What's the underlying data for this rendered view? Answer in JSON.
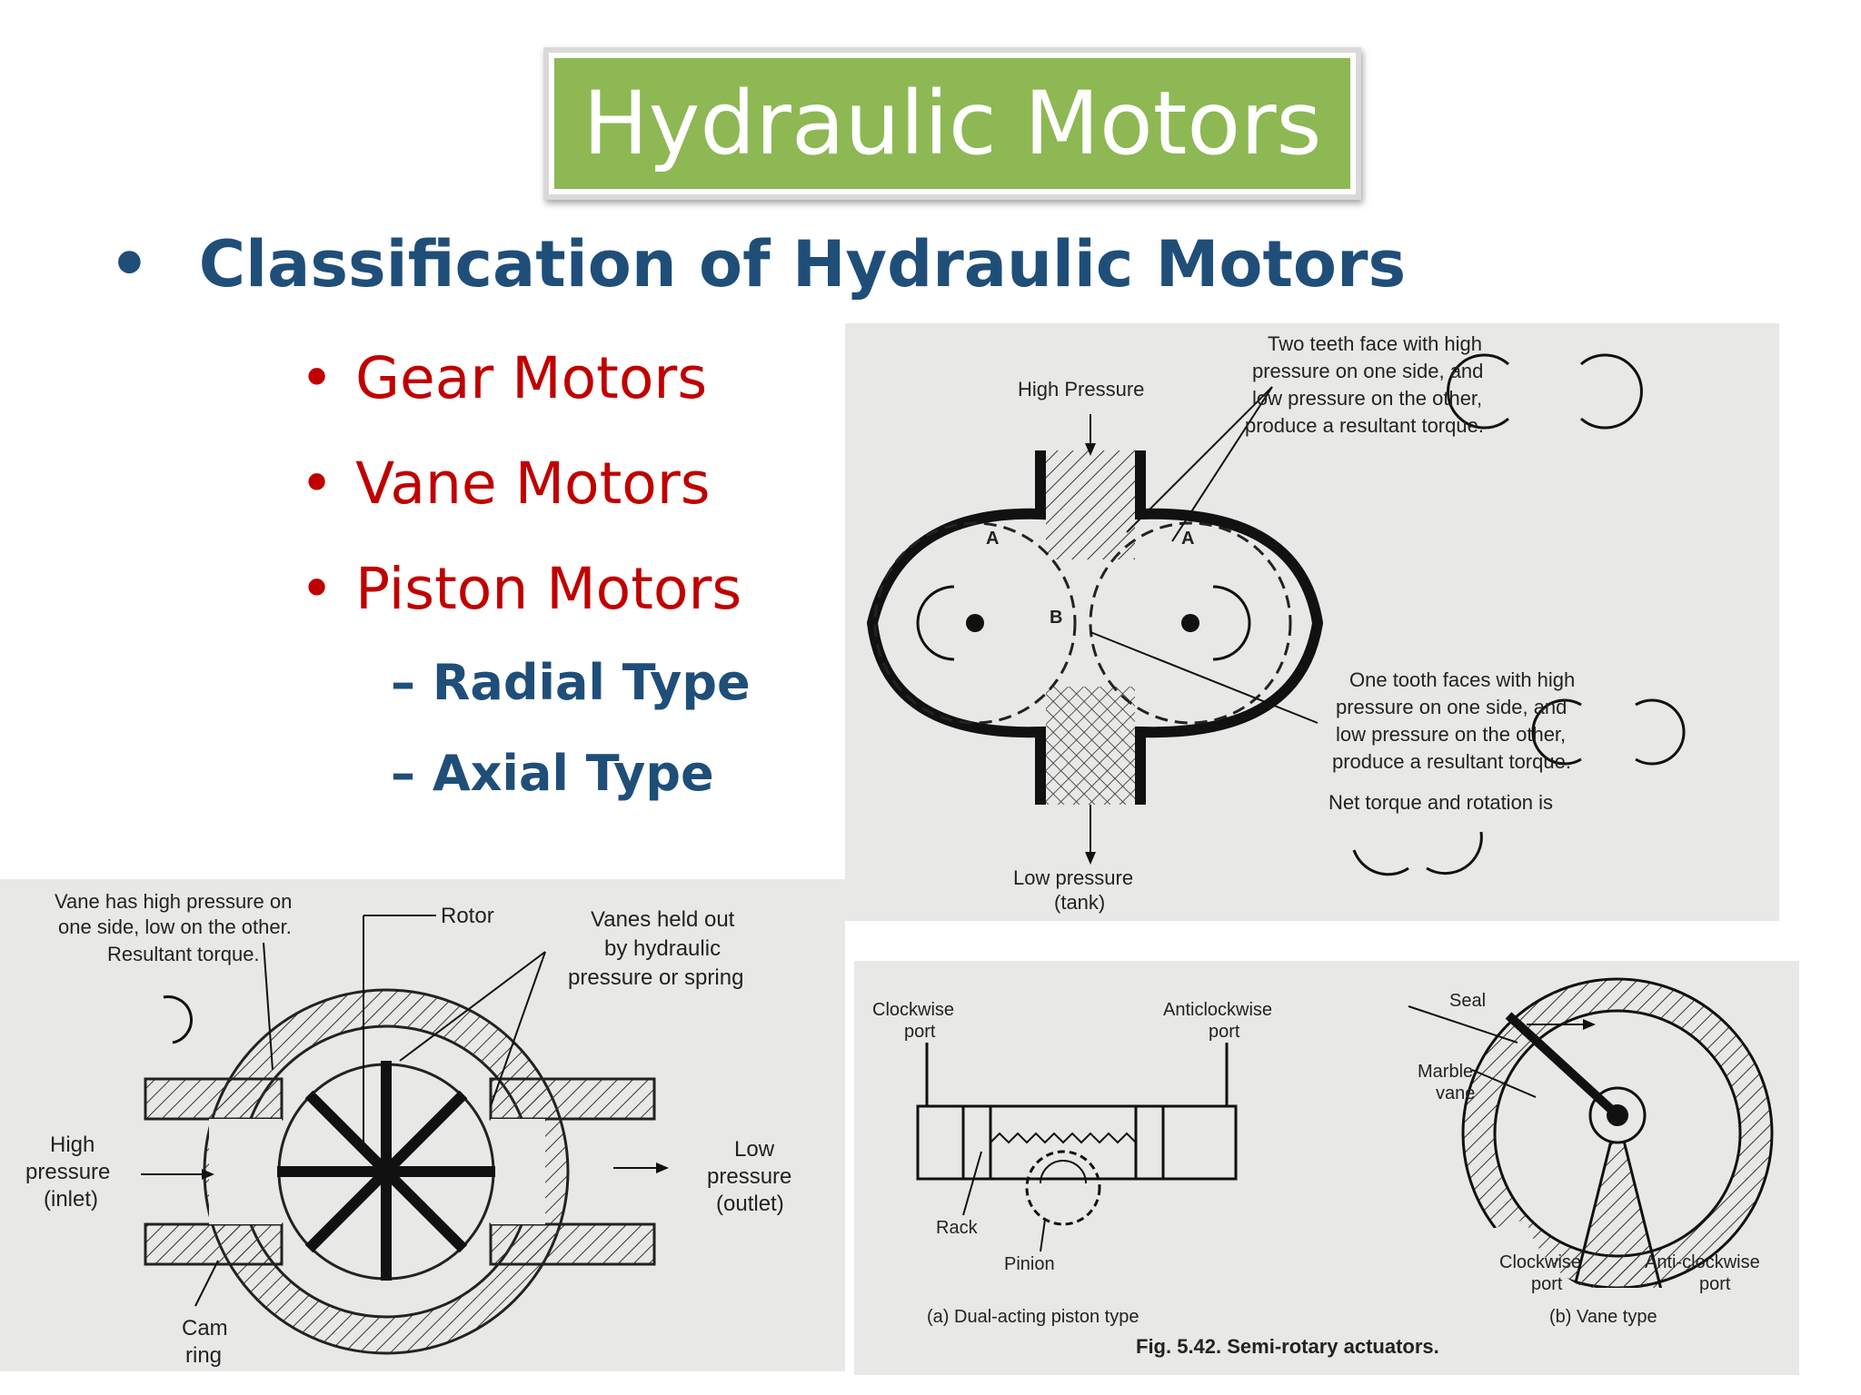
{
  "slide": {
    "title": "Hydraulic Motors",
    "heading": "Classification of Hydraulic Motors",
    "bullet_symbol": "•",
    "dash_symbol": "–",
    "items": [
      "Gear Motors",
      "Vane Motors",
      "Piston Motors"
    ],
    "subitems": [
      "Radial Type",
      "Axial Type"
    ]
  },
  "gear_figure": {
    "high_pressure": "High Pressure",
    "two_teeth_1": "Two teeth face with high",
    "two_teeth_2": "pressure on one side, and",
    "two_teeth_3": "low pressure on the other,",
    "two_teeth_4": "produce a resultant torque.",
    "one_tooth_1": "One tooth faces with high",
    "one_tooth_2": "pressure on one side, and",
    "one_tooth_3": "low pressure on the other,",
    "one_tooth_4": "produce a resultant torque.",
    "net_torque": "Net torque and rotation is",
    "low_pressure": "Low pressure",
    "tank": "(tank)",
    "label_a": "A",
    "label_b": "B"
  },
  "vane_figure": {
    "vane_note_1": "Vane has high pressure on",
    "vane_note_2": "one side, low on the other.",
    "vane_note_3": "Resultant torque.",
    "rotor": "Rotor",
    "held_1": "Vanes held out",
    "held_2": "by hydraulic",
    "held_3": "pressure or spring",
    "high_1": "High",
    "high_2": "pressure",
    "high_3": "(inlet)",
    "low_1": "Low",
    "low_2": "pressure",
    "low_3": "(outlet)",
    "cam_1": "Cam",
    "cam_2": "ring"
  },
  "actuator_figure": {
    "clockwise_port_1": "Clockwise",
    "clockwise_port_2": "port",
    "anticlockwise_port_1": "Anticlockwise",
    "anticlockwise_port_2": "port",
    "rack": "Rack",
    "pinion": "Pinion",
    "caption_a": "(a) Dual-acting piston type",
    "seal": "Seal",
    "marble_1": "Marble",
    "marble_2": "vane",
    "cw_port_1": "Clockwise",
    "cw_port_2": "port",
    "acw_port_1": "Anti-clockwise",
    "acw_port_2": "port",
    "caption_b": "(b) Vane type",
    "fig_caption": "Fig. 5.42. Semi-rotary actuators."
  }
}
